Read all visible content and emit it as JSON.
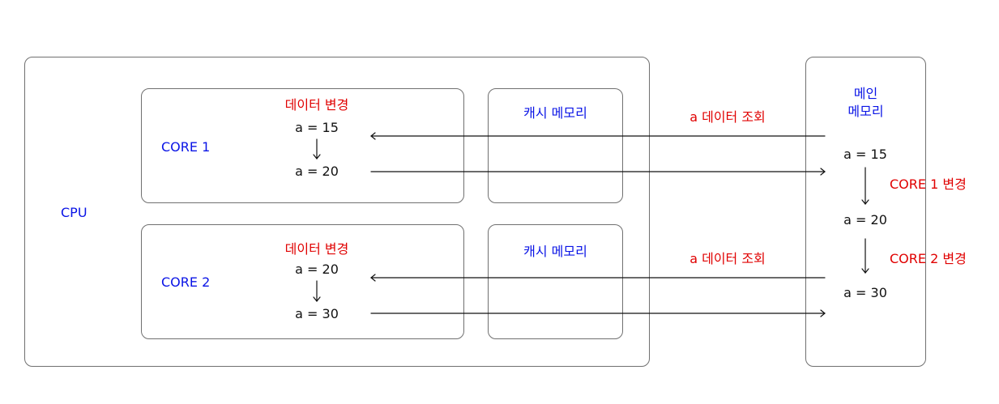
{
  "cpu": {
    "label": "CPU",
    "cores": [
      {
        "label": "CORE 1",
        "change_title": "데이터 변경",
        "value_before": "a = 15",
        "value_after": "a = 20",
        "cache_label": "캐시 메모리"
      },
      {
        "label": "CORE 2",
        "change_title": "데이터 변경",
        "value_before": "a = 20",
        "value_after": "a = 30",
        "cache_label": "캐시 메모리"
      }
    ]
  },
  "lookups": [
    "a 데이터 조회",
    "a 데이터 조회"
  ],
  "main_memory": {
    "label_line1": "메인",
    "label_line2": "메모리",
    "values": [
      "a = 15",
      "a = 20",
      "a = 30"
    ],
    "changes": [
      "CORE 1 변경",
      "CORE 2 변경"
    ]
  },
  "colors": {
    "blue_text": "#0a14e6",
    "red_text": "#e00000",
    "box_border": "#707070"
  }
}
